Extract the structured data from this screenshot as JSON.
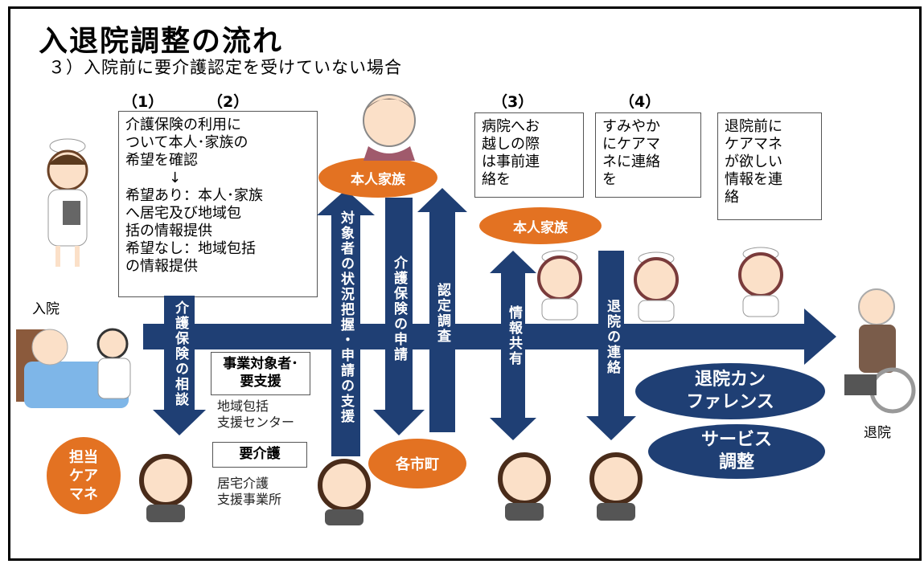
{
  "title": "入退院調整の流れ",
  "subtitle": "３）入院前に要介護認定を受けていない場合",
  "steps": [
    "（1）",
    "（2）",
    "（3）",
    "（4）"
  ],
  "box_steps12": "介護保険の利用に\nついて本人･家族の\n希望を確認\n　　　↓\n希望あり：本人･家族\nへ居宅及び地域包\n括の情報提供\n希望なし：地域包括\nの情報提供",
  "box_step3": "病院へお\n越しの際\nは事前連\n絡を",
  "box_step4": "すみやか\nにケアマ\nネに連絡\nを",
  "box_discharge_info": "退院前に\nケアマネ\nが欲しい\n情報を連\n絡",
  "ovals": {
    "family_top": "本人家族",
    "family_mid": "本人家族",
    "municipality": "各市町",
    "caremanager": "担当\nケア\nマネ"
  },
  "blue_ovals": {
    "conference": "退院カン\nファレンス",
    "service": "サービス\n調整"
  },
  "arrows": {
    "consult": "介護保険の相談",
    "situation": "対象者の状況把握・申請の支援",
    "apply": "介護保険の申請",
    "survey": "認定調査",
    "share": "情報共有",
    "notify": "退院の連絡"
  },
  "labels": {
    "admission": "入院",
    "discharge": "退院",
    "support_target": "事業対象者･\n要支援",
    "support_center": "地域包括\n支援センター",
    "care_required": "要介護",
    "care_office": "居宅介護\n支援事業所"
  },
  "colors": {
    "navy": "#1f3f74",
    "orange": "#e37222"
  }
}
